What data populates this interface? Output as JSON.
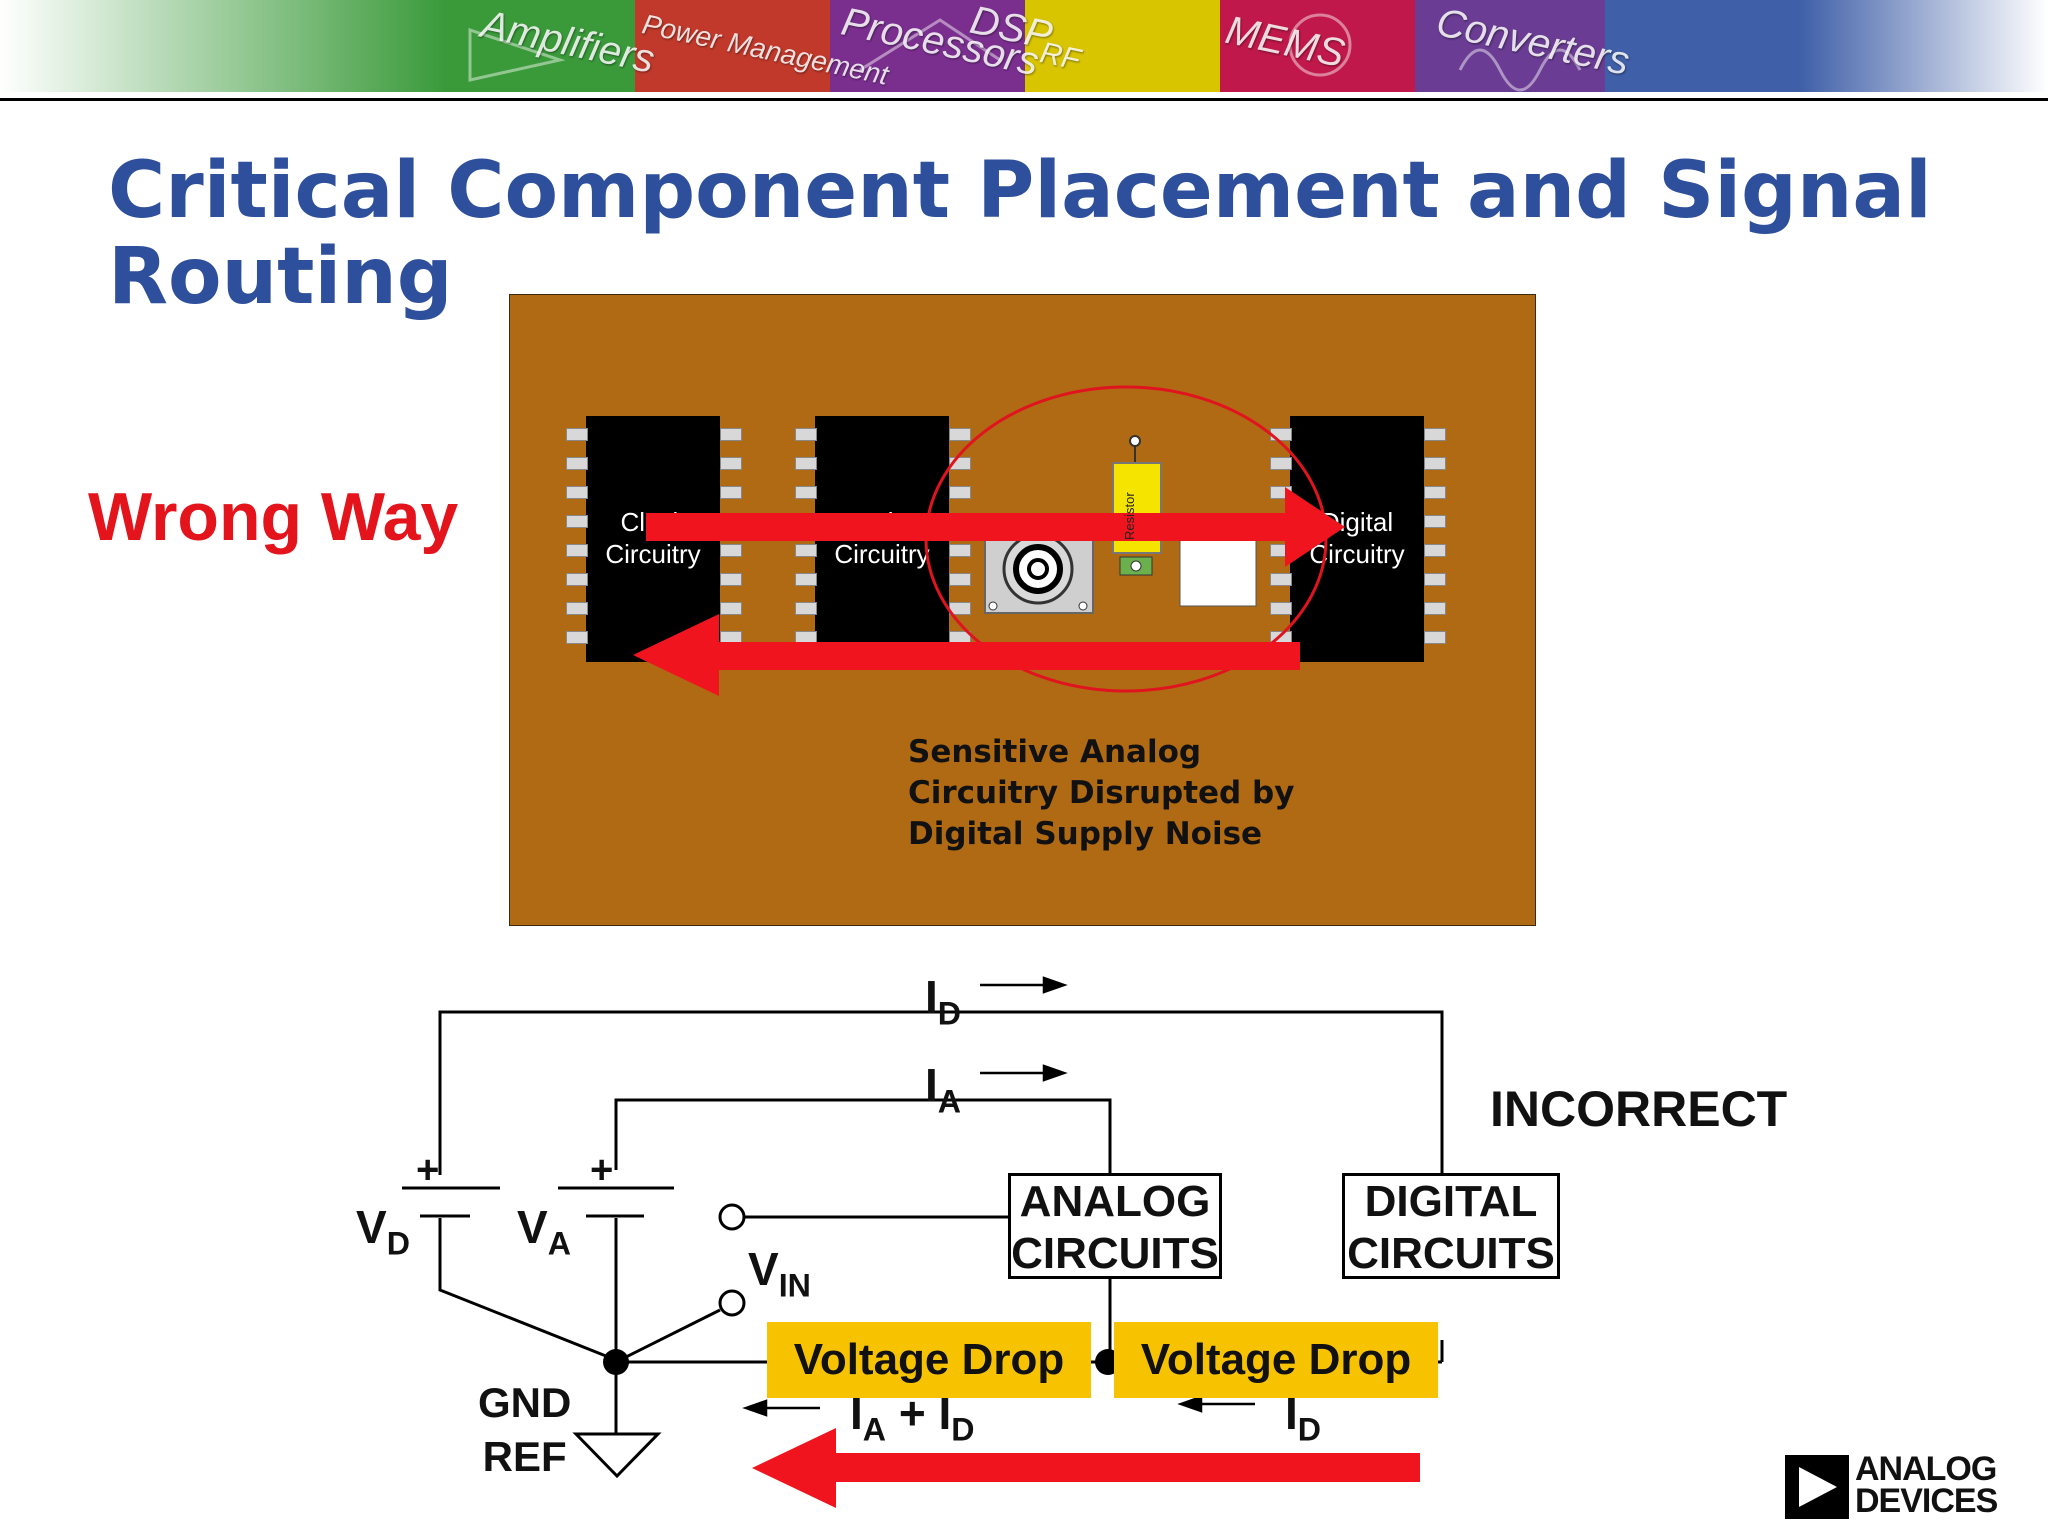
{
  "banner": {
    "labels": [
      "Amplifiers",
      "Power Management",
      "Processors",
      "DSP",
      "RF",
      "MEMS",
      "Converters"
    ],
    "colors": [
      "#3a9a3a",
      "#c0392b",
      "#7a2f8f",
      "#d9c400",
      "#c0184a",
      "#6a3c94",
      "#3f5fa8"
    ]
  },
  "title": "Critical Component Placement and Signal Routing",
  "wrong_way": "Wrong Way",
  "pcb": {
    "chips": [
      {
        "line1": "Clock",
        "line2": "Circuitry"
      },
      {
        "line1": "Analog",
        "line2": "Circuitry"
      },
      {
        "line1": "Digital",
        "line2": "Circuitry"
      }
    ],
    "resistor_label": "Resistor",
    "caption": [
      "Sensitive Analog",
      "Circuitry Disrupted by",
      "Digital Supply Noise"
    ],
    "colors": {
      "board": "#b06a14",
      "arrow": "#f0141e",
      "ellipse": "#e0141e",
      "resistor": "#f5e400"
    }
  },
  "schematic": {
    "id_main": "I",
    "id_sub": "D",
    "ia_main": "I",
    "ia_sub": "A",
    "vd_main": "V",
    "vd_sub": "D",
    "va_main": "V",
    "va_sub": "A",
    "vin_main": "V",
    "vin_sub": "IN",
    "plus": "+",
    "gnd_ref": [
      "GND",
      "REF"
    ],
    "analog_box": [
      "ANALOG",
      "CIRCUITS"
    ],
    "digital_box": [
      "DIGITAL",
      "CIRCUITS"
    ],
    "voltage_drop": "Voltage Drop",
    "iad": {
      "i1": "I",
      "s1": "A",
      "plus": "+",
      "i2": "I",
      "s2": "D"
    },
    "incorrect": "INCORRECT"
  },
  "logo": [
    "ANALOG",
    "DEVICES"
  ]
}
